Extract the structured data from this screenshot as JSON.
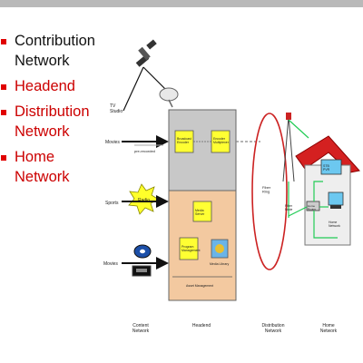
{
  "colors": {
    "bullet_marker": "#e00000",
    "headend_box": "#c8c8c8",
    "headend_mgmt": "#f3c9a0",
    "module": "#ffff33",
    "distribution_ring": "#cc2222",
    "roof": "#d42020",
    "home_network_lines": "#22cc55"
  },
  "bullets": [
    {
      "text": "Contribution\nNetwork",
      "color": "#111111"
    },
    {
      "text": "Headend",
      "color": "#cc0000"
    },
    {
      "text": "Distribution\nNetwork",
      "color": "#cc0000"
    },
    {
      "text": "Home\nNetwork",
      "color": "#cc0000"
    }
  ],
  "sources": {
    "tv_studio": "TV\nStudio",
    "movies": "Movies",
    "sports": "Sports",
    "movies_disc": "Movies",
    "satellite_dish": "Satellite",
    "broadband": "pre-recorded",
    "sports_star": "Radio"
  },
  "headend": {
    "module_top_left": "Broadcast\nEncoder",
    "module_top_right": "Encoder\nMultiplexer",
    "module_middle": "Media\nServer",
    "module_bottom_left": "Program\nManagement",
    "media_library": "Media Library",
    "mgmt_label": "Asset Management"
  },
  "distribution": {
    "ring_label": "Fiber\nRing",
    "node_label": "Fiber\nNode"
  },
  "home": {
    "device_top": "STB\nPVR",
    "device_mid": "Home\nRouter",
    "device_bottom": "Home\nNetwork"
  },
  "captions": {
    "contribution": "Content\nNetwork",
    "headend": "Headend",
    "distribution": "Distribution\nNetwork",
    "home": "Home\nNetwork"
  }
}
